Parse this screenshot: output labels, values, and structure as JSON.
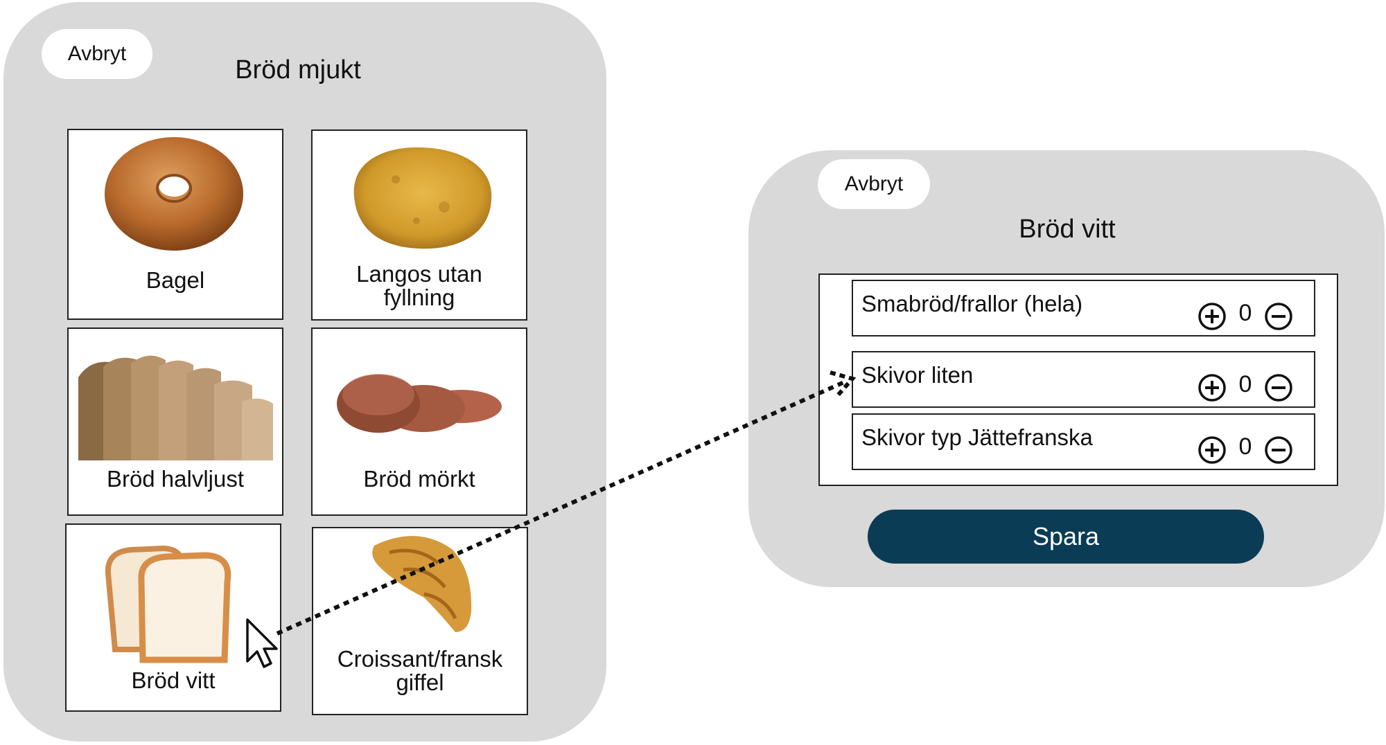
{
  "left_dialog": {
    "cancel_label": "Avbryt",
    "title": "Bröd mjukt",
    "tiles": [
      {
        "label": "Bagel",
        "icon": "bagel-icon"
      },
      {
        "label": "Langos utan fyllning",
        "icon": "langos-icon"
      },
      {
        "label": "Bröd halvljust",
        "icon": "bread-semi-light-icon"
      },
      {
        "label": "Bröd mörkt",
        "icon": "dark-bread-icon"
      },
      {
        "label": "Bröd vitt",
        "icon": "white-bread-icon"
      },
      {
        "label": "Croissant/fransk giffel",
        "icon": "croissant-icon"
      }
    ]
  },
  "right_dialog": {
    "cancel_label": "Avbryt",
    "title": "Bröd vitt",
    "items": [
      {
        "label": "Smabröd/frallor (hela)",
        "count": "0"
      },
      {
        "label": "Skivor liten",
        "count": "0"
      },
      {
        "label": "Skivor typ Jättefranska",
        "count": "0"
      }
    ],
    "save_label": "Spara",
    "save_color": "#0b3c55"
  },
  "annotations": {
    "pointer": "cursor-arrow-icon",
    "connector": "dotted-arrow"
  }
}
